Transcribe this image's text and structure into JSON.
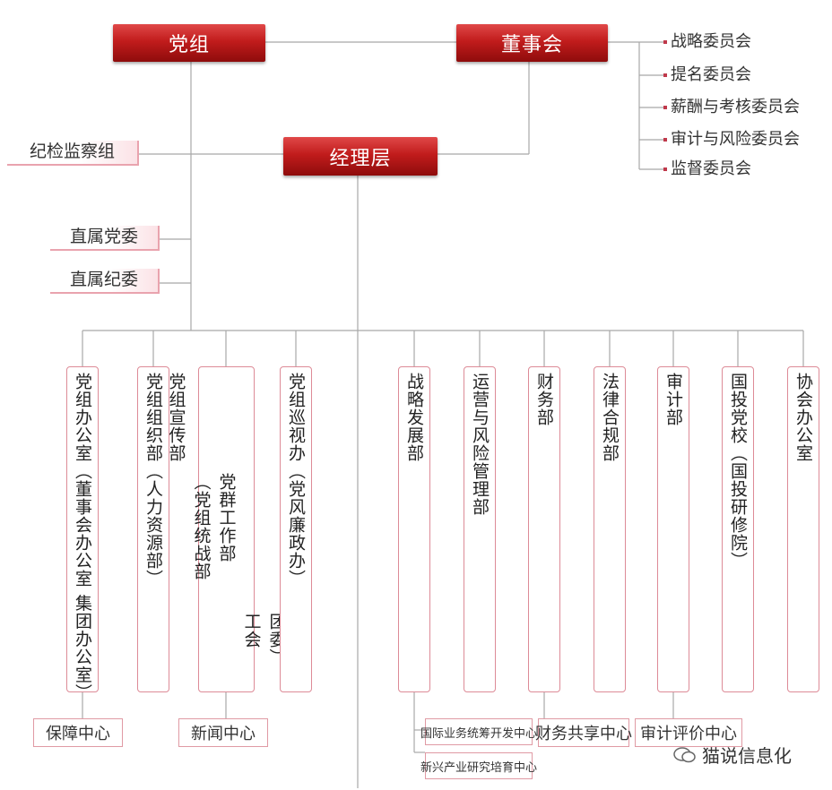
{
  "top": {
    "party_group": "党组",
    "board": "董事会",
    "management": "经理层"
  },
  "committees": [
    "战略委员会",
    "提名委员会",
    "薪酬与考核委员会",
    "审计与风险委员会",
    "监督委员会"
  ],
  "side": {
    "discipline_group": "纪检监察组",
    "direct_party_committee": "直属党委",
    "direct_discipline_committee": "直属纪委"
  },
  "departments": {
    "d1": [
      "党组办公室（董事会办公室 集团办公室）"
    ],
    "d2": [
      "党组组织部（人力资源部）"
    ],
    "d3": [
      "党组宣传部",
      "（党组统战部",
      "党群工作部",
      "工会",
      "团委）"
    ],
    "d4": [
      "党组巡视办（党风廉政办）"
    ],
    "d5": [
      "战略发展部"
    ],
    "d6": [
      "运营与风险管理部"
    ],
    "d7": [
      "财务部"
    ],
    "d8": [
      "法律合规部"
    ],
    "d9": [
      "审计部"
    ],
    "d10": [
      "国投党校（国投研修院）"
    ],
    "d11": [
      "协会办公室"
    ]
  },
  "subs": {
    "support_center": "保障中心",
    "news_center": "新闻中心",
    "intl_center": "国际业务统筹开发中心",
    "emerging_center": "新兴产业研究培育中心",
    "finance_share_center": "财务共享中心",
    "audit_eval_center": "审计评价中心"
  },
  "watermark": "猫说信息化",
  "colors": {
    "header_red": "#c11c1c",
    "box_border": "#dd8b97",
    "line_gray": "#a8a8a8"
  }
}
